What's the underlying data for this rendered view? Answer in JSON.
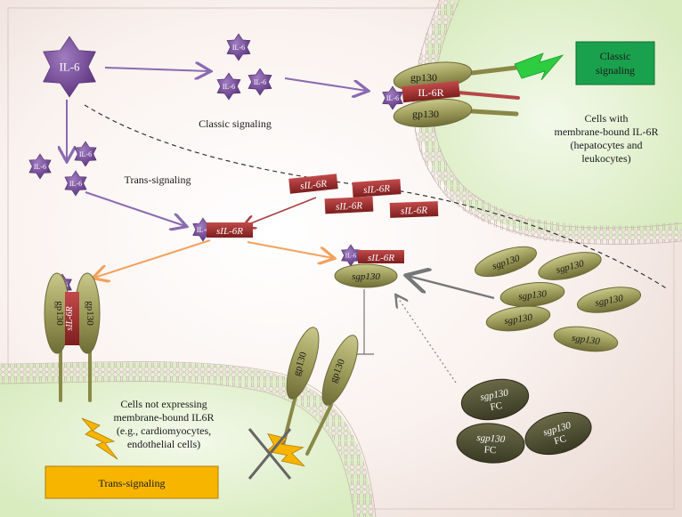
{
  "labels": {
    "il6": "IL-6",
    "classic_signaling": "Classic signaling",
    "classic_signaling_box": [
      "Classic",
      "signaling"
    ],
    "trans_signaling": "Trans-signaling",
    "trans_signaling_box": "Trans-signaling",
    "cells_with": [
      "Cells with",
      "membrane-bound IL-6R",
      "(hepatocytes and",
      "leukocytes)"
    ],
    "cells_not": [
      "Cells not expressing",
      "membrane-bound IL6R",
      "(e.g., cardiomyocytes,",
      "endothelial cells)"
    ],
    "gp130": "gp130",
    "il6r": "IL-6R",
    "sil6r": "sIL-6R",
    "sgp130": "sgp130",
    "sgp130fc": [
      "sgp130",
      "FC"
    ]
  },
  "colors": {
    "il6": "#7b4a9b",
    "gp130": "#9c9a58",
    "receptor": "#9e2a2a",
    "sgp130fc": "#4a4a30",
    "classic_box": "#1aa14d",
    "trans_box": "#f7b500",
    "lightning": "#2ecc40",
    "arrow_purple": "#8a6ab0",
    "arrow_orange": "#f2a25c",
    "cell_green": "#e4f2cf"
  }
}
